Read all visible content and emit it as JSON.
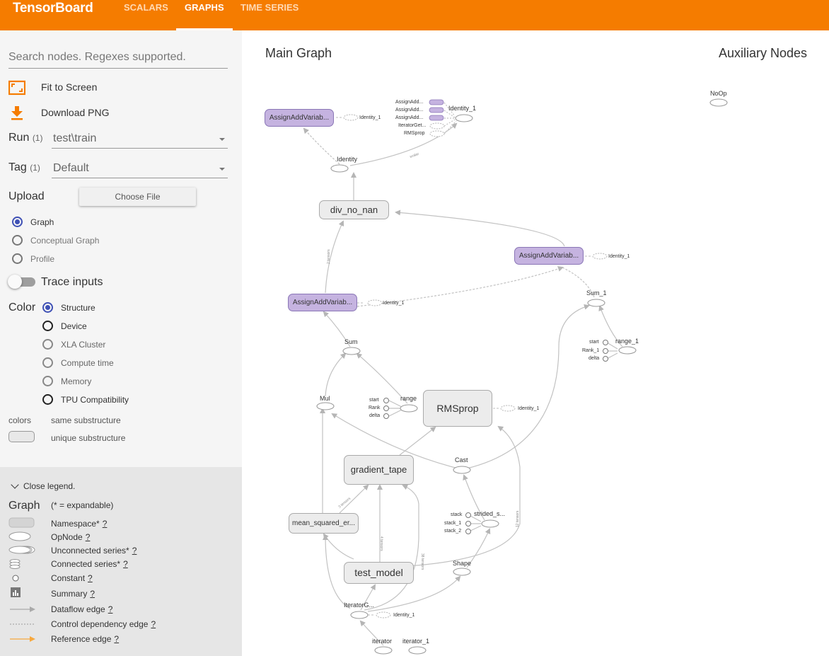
{
  "header": {
    "brand": "TensorBoard",
    "tabs": [
      {
        "label": "SCALARS",
        "active": false
      },
      {
        "label": "GRAPHS",
        "active": true
      },
      {
        "label": "TIME SERIES",
        "active": false
      }
    ],
    "accent_color": "#f57c00"
  },
  "sidebar": {
    "search_placeholder": "Search nodes. Regexes supported.",
    "fit_to_screen": "Fit to Screen",
    "download_png": "Download PNG",
    "run": {
      "label": "Run",
      "count": "(1)",
      "value": "test\\train"
    },
    "tag": {
      "label": "Tag",
      "count": "(1)",
      "value": "Default"
    },
    "upload": {
      "label": "Upload",
      "button": "Choose File"
    },
    "graph_types": [
      {
        "label": "Graph",
        "selected": true
      },
      {
        "label": "Conceptual Graph",
        "selected": false
      },
      {
        "label": "Profile",
        "selected": false
      }
    ],
    "trace_inputs": "Trace inputs",
    "color": {
      "label": "Color",
      "options": [
        {
          "label": "Structure",
          "selected": true
        },
        {
          "label": "Device",
          "selected": false
        },
        {
          "label": "XLA Cluster",
          "selected": false
        },
        {
          "label": "Compute time",
          "selected": false
        },
        {
          "label": "Memory",
          "selected": false
        },
        {
          "label": "TPU Compatibility",
          "selected": false
        }
      ]
    },
    "colors_label": "colors",
    "same_substructure": "same substructure",
    "unique_substructure": "unique substructure"
  },
  "legend": {
    "close": "Close legend.",
    "title": "Graph",
    "hint": "(* = expandable)",
    "items": [
      {
        "label": "Namespace*",
        "help": "?"
      },
      {
        "label": "OpNode",
        "help": "?"
      },
      {
        "label": "Unconnected series*",
        "help": "?"
      },
      {
        "label": "Connected series*",
        "help": "?"
      },
      {
        "label": "Constant",
        "help": "?"
      },
      {
        "label": "Summary",
        "help": "?"
      },
      {
        "label": "Dataflow edge",
        "help": "?"
      },
      {
        "label": "Control dependency edge",
        "help": "?"
      },
      {
        "label": "Reference edge",
        "help": "?"
      }
    ]
  },
  "graph": {
    "main_title": "Main Graph",
    "aux_title": "Auxiliary Nodes",
    "aux_nodes": [
      "NoOp"
    ],
    "namespaces": {
      "div_no_nan": "div_no_nan",
      "rmsprop": "RMSprop",
      "gradient_tape": "gradient_tape",
      "mean_squared": "mean_squared_er...",
      "test_model": "test_model"
    },
    "assign_nodes": {
      "top": "AssignAddVariab...",
      "right": "AssignAddVariab...",
      "left": "AssignAddVariab..."
    },
    "op_nodes": {
      "identity": "Identity",
      "identity_1_top": "Identity_1",
      "sum": "Sum",
      "sum_1": "Sum_1",
      "mul": "Mul",
      "range": "range",
      "range_1": "range_1",
      "cast": "Cast",
      "strided": "strided_s...",
      "shape": "Shape",
      "iterator_get": "IteratorG...",
      "iterator": "iterator",
      "iterator_1": "iterator_1"
    },
    "identity_1_labels": [
      "Identity_1",
      "Identity_1",
      "Identity_1",
      "Identity_1",
      "Identity_1"
    ],
    "identity_1_inputs": [
      "AssignAdd...",
      "AssignAdd...",
      "AssignAdd...",
      "IteratorGet...",
      "RMSprop"
    ],
    "range_inputs": [
      "start",
      "Rank",
      "delta"
    ],
    "range_1_inputs": [
      "start",
      "Rank_1",
      "delta"
    ],
    "strided_inputs": [
      "stack",
      "stack_1",
      "stack_2"
    ],
    "edge_labels": {
      "scalar": "scalar",
      "two_tensors": "2 tensors",
      "four_tensors": "4 tensors",
      "three_tensors": "3 tensors",
      "twelve_tensors": "12 tensors",
      "thirtyeight": "38 tensors"
    }
  }
}
